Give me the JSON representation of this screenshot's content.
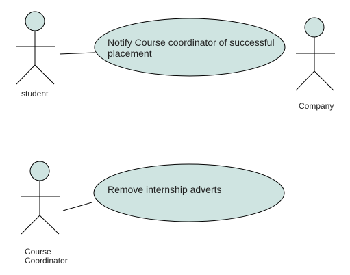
{
  "colors": {
    "fill": "#cfe4e1",
    "stroke": "#000000",
    "text": "#222222"
  },
  "actors": [
    {
      "id": "student",
      "label": "student"
    },
    {
      "id": "company",
      "label": "Company"
    },
    {
      "id": "course-coordinator",
      "label_lines": [
        "Course",
        "Coordinator"
      ]
    }
  ],
  "use_cases": [
    {
      "id": "notify",
      "label": "Notify Course coordinator of successful placement"
    },
    {
      "id": "remove-adverts",
      "label": "Remove internship adverts"
    }
  ],
  "associations": [
    {
      "actor": "student",
      "use_case": "notify"
    },
    {
      "actor": "course-coordinator",
      "use_case": "remove-adverts"
    }
  ]
}
